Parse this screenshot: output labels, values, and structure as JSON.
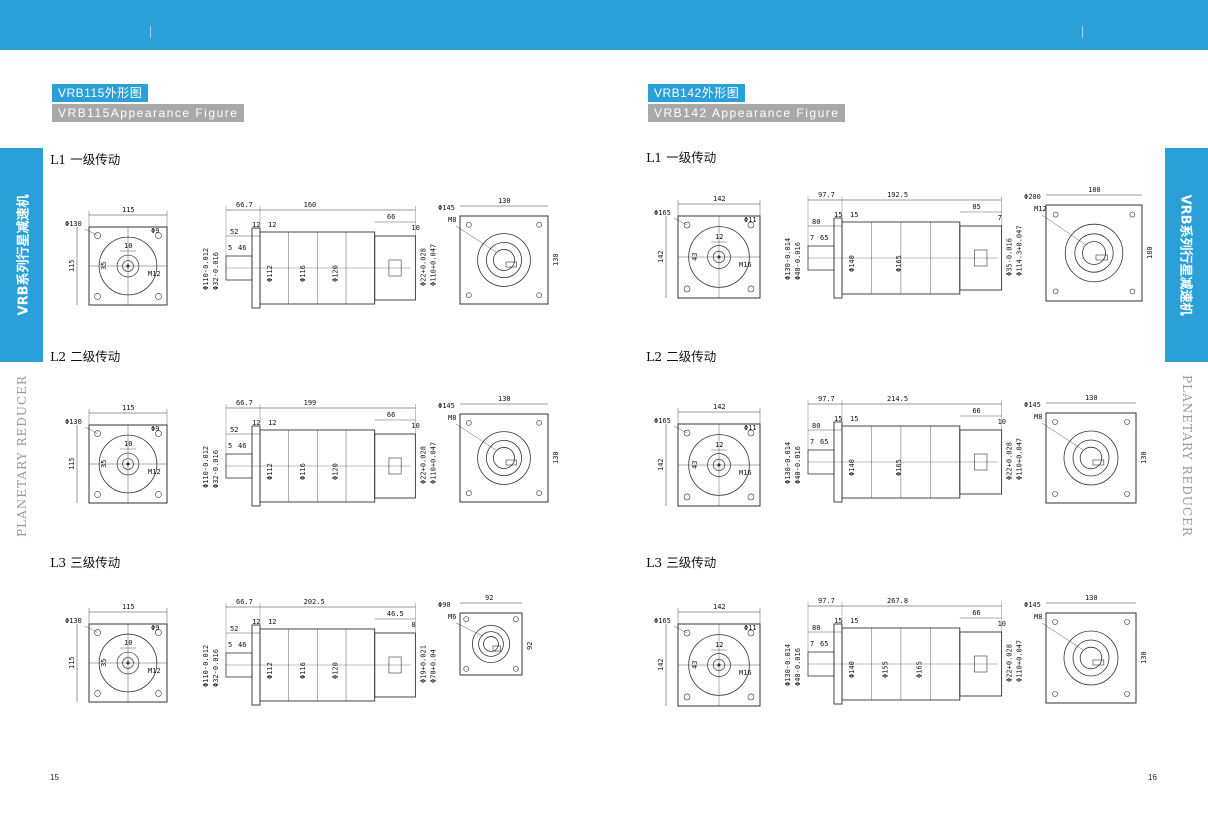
{
  "left_page": {
    "title": "VRB115外形图",
    "subtitle": "VRB115Appearance Figure",
    "page_number": "15",
    "side_tab": "VRB系列行星减速机",
    "side_gray": "PLANETARY REDUCER",
    "sections": [
      {
        "label": "L1 一级传动",
        "front": {
          "square": "115",
          "side": "115",
          "pcd": "Φ130",
          "hole": "Φ9",
          "pilot": "35",
          "key": "10",
          "thread": "M12"
        },
        "body": {
          "d1": "66.7",
          "d2": "160",
          "d3": "66",
          "d4": "10",
          "d5": "52",
          "d6": "12",
          "d7": "12",
          "d8": "5",
          "d9": "46",
          "diams": [
            "Φ112",
            "Φ116",
            "Φ120"
          ],
          "left_diams": [
            "Φ110-0.012",
            "Φ32-0.016"
          ],
          "right_diams": [
            "Φ22+0.028",
            "Φ110+0.047"
          ]
        },
        "flange": {
          "pcd": "Φ145",
          "size": "130",
          "side": "130",
          "thread": "M8"
        }
      },
      {
        "label": "L2 二级传动",
        "front": {
          "square": "115",
          "side": "115",
          "pcd": "Φ130",
          "hole": "Φ9",
          "pilot": "35",
          "key": "10",
          "thread": "M12"
        },
        "body": {
          "d1": "66.7",
          "d2": "199",
          "d3": "66",
          "d4": "10",
          "d5": "52",
          "d6": "12",
          "d7": "12",
          "d8": "5",
          "d9": "46",
          "diams": [
            "Φ112",
            "Φ116",
            "Φ120"
          ],
          "left_diams": [
            "Φ110-0.012",
            "Φ32-0.016"
          ],
          "right_diams": [
            "Φ22+0.028",
            "Φ110+0.047"
          ]
        },
        "flange": {
          "pcd": "Φ145",
          "size": "130",
          "side": "130",
          "thread": "M8"
        }
      },
      {
        "label": "L3 三级传动",
        "front": {
          "square": "115",
          "side": "115",
          "pcd": "Φ130",
          "hole": "Φ9",
          "pilot": "35",
          "key": "10",
          "thread": "M12"
        },
        "body": {
          "d1": "66.7",
          "d2": "202.5",
          "d3": "46.5",
          "d4": "8",
          "d5": "52",
          "d6": "12",
          "d7": "12",
          "d8": "5",
          "d9": "46",
          "diams": [
            "Φ112",
            "Φ116",
            "Φ120"
          ],
          "left_diams": [
            "Φ110-0.012",
            "Φ32-0.016"
          ],
          "right_diams": [
            "Φ19+0.021",
            "Φ70+0.04"
          ]
        },
        "flange": {
          "pcd": "Φ90",
          "size": "92",
          "side": "92",
          "thread": "M6"
        }
      }
    ]
  },
  "right_page": {
    "title": "VRB142外形图",
    "subtitle": "VRB142 Appearance Figure",
    "page_number": "16",
    "side_tab": "VRB系列行星减速机",
    "side_gray": "PLANETARY REDUCER",
    "sections": [
      {
        "label": "L1 一级传动",
        "front": {
          "square": "142",
          "side": "142",
          "pcd": "Φ165",
          "hole": "Φ11",
          "pilot": "43",
          "key": "12",
          "thread": "M16"
        },
        "body": {
          "d1": "97.7",
          "d2": "192.5",
          "d3": "85",
          "d4": "7",
          "d5": "80",
          "d6": "15",
          "d7": "15",
          "d8": "7",
          "d9": "65",
          "diams": [
            "Φ140",
            "Φ165"
          ],
          "left_diams": [
            "Φ130-0.014",
            "Φ40-0.016"
          ],
          "right_diams": [
            "Φ35-0.016",
            "Φ114.3+0.047"
          ]
        },
        "flange": {
          "pcd": "Φ200",
          "size": "180",
          "side": "180",
          "thread": "M12"
        }
      },
      {
        "label": "L2 二级传动",
        "front": {
          "square": "142",
          "side": "142",
          "pcd": "Φ165",
          "hole": "Φ11",
          "pilot": "43",
          "key": "12",
          "thread": "M16"
        },
        "body": {
          "d1": "97.7",
          "d2": "214.5",
          "d3": "66",
          "d4": "10",
          "d5": "80",
          "d6": "15",
          "d7": "15",
          "d8": "7",
          "d9": "65",
          "diams": [
            "Φ140",
            "Φ165"
          ],
          "left_diams": [
            "Φ130-0.014",
            "Φ40-0.016"
          ],
          "right_diams": [
            "Φ22+0.028",
            "Φ110+0.047"
          ]
        },
        "flange": {
          "pcd": "Φ145",
          "size": "130",
          "side": "130",
          "thread": "M8"
        }
      },
      {
        "label": "L3 三级传动",
        "front": {
          "square": "142",
          "side": "142",
          "pcd": "Φ165",
          "hole": "Φ11",
          "pilot": "43",
          "key": "12",
          "thread": "M16"
        },
        "body": {
          "d1": "97.7",
          "d2": "267.8",
          "d3": "66",
          "d4": "10",
          "d5": "80",
          "d6": "15",
          "d7": "15",
          "d8": "7",
          "d9": "65",
          "diams": [
            "Φ140",
            "Φ155",
            "Φ165"
          ],
          "left_diams": [
            "Φ130-0.014",
            "Φ40-0.016"
          ],
          "right_diams": [
            "Φ22+0.028",
            "Φ110+0.047"
          ]
        },
        "flange": {
          "pcd": "Φ145",
          "size": "130",
          "side": "130",
          "thread": "M8"
        }
      }
    ]
  }
}
